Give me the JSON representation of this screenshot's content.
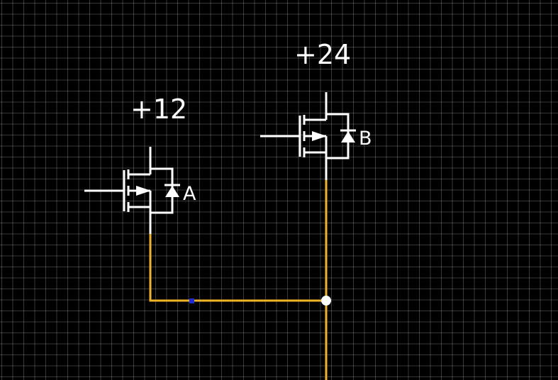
{
  "colors": {
    "background": "#000000",
    "grid": "#3a3a3a",
    "component": "#ffffff",
    "wire": "#f0b429",
    "junction": "#ffffff",
    "marker": "#1f2bd6"
  },
  "components": [
    {
      "type": "mosfet-with-body-diode",
      "supply_label": "+12",
      "node_label": "A"
    },
    {
      "type": "mosfet-with-body-diode",
      "supply_label": "+24",
      "node_label": "B"
    }
  ]
}
